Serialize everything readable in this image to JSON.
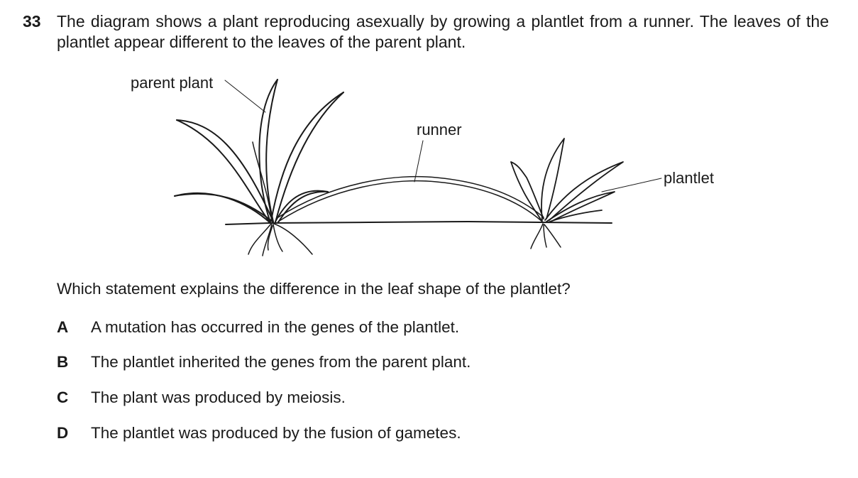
{
  "question": {
    "number": "33",
    "stem": "The diagram shows a plant reproducing asexually by growing a plantlet from a runner. The leaves of the plantlet appear different to the leaves of the parent plant.",
    "prompt": "Which statement explains the difference in the leaf shape of the plantlet?"
  },
  "diagram": {
    "labels": {
      "parent_plant": "parent plant",
      "runner": "runner",
      "plantlet": "plantlet"
    }
  },
  "options": [
    {
      "letter": "A",
      "text": "A mutation has occurred in the genes of the plantlet."
    },
    {
      "letter": "B",
      "text": "The plantlet inherited the genes from the parent plant."
    },
    {
      "letter": "C",
      "text": "The plant was produced by meiosis."
    },
    {
      "letter": "D",
      "text": "The plantlet was produced by the fusion of gametes."
    }
  ]
}
